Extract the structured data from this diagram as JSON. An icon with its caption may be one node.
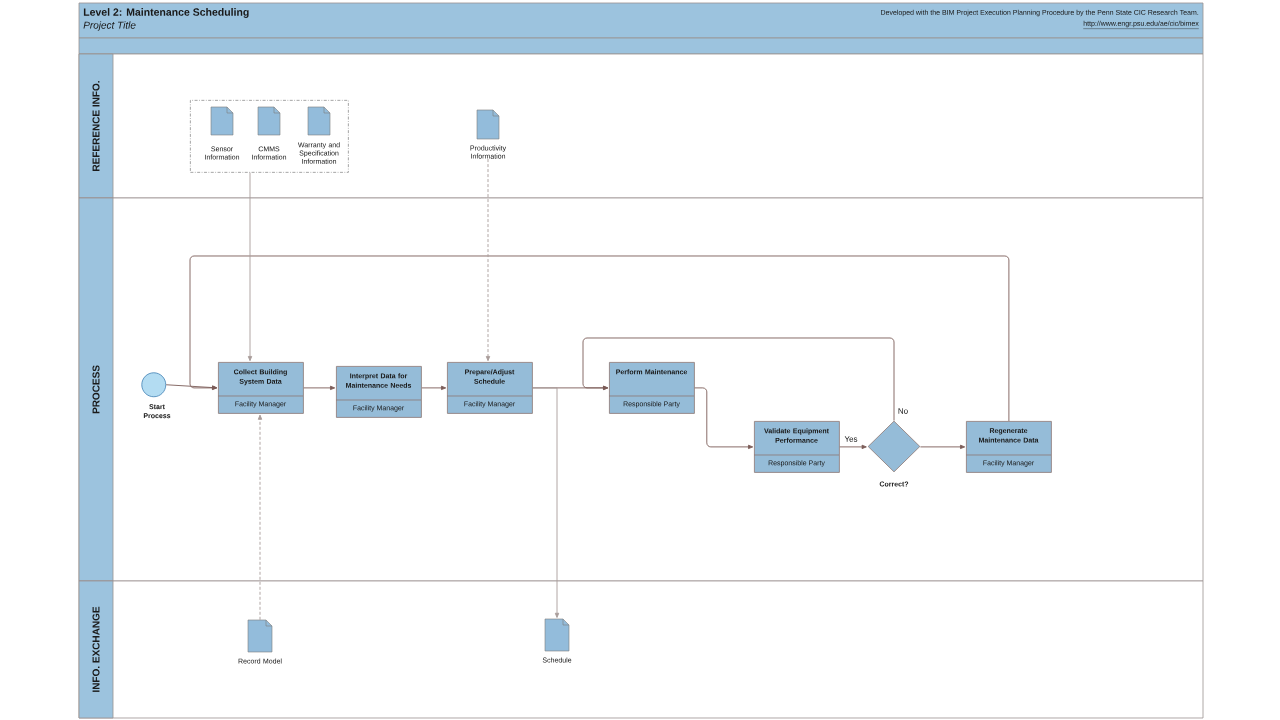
{
  "diagram": {
    "title": "Level 2: Maintenance Scheduling",
    "nodes": [
      {
        "text": [
          "REFERENCE INFO."
        ]
      },
      {
        "text": [
          "PROCESS"
        ]
      },
      {
        "text": [
          "INFO. EXCHANGE"
        ]
      },
      {
        "text": [],
        "shape": "box",
        "in": 0
      },
      {
        "text": [
          "Sensor Information"
        ],
        "in": 3
      },
      {
        "text": [
          "CMMS Information"
        ],
        "in": 3
      },
      {
        "text": [
          "Warranty and Specification Information"
        ],
        "in": 3
      },
      {
        "text": [
          "Productivity Information"
        ],
        "in": 0
      },
      {
        "text": [
          "Start Process"
        ],
        "in": 1
      },
      {
        "text": [
          "Collect Building System Data",
          "Facility Manager"
        ],
        "in": 1
      },
      {
        "text": [
          "Interpret Data for Maintenance Needs",
          "Facility Manager"
        ],
        "in": 1
      },
      {
        "text": [
          "Prepare/Adjust Schedule",
          "Facility Manager"
        ],
        "in": 1
      },
      {
        "text": [
          "Perform Maintenance",
          "Responsible Party"
        ],
        "in": 1
      },
      {
        "text": [
          "Validate Equipment Performance",
          "Responsible Party"
        ],
        "in": 1
      },
      {
        "text": [
          "Correct?"
        ],
        "in": 1
      },
      {
        "text": [
          "Regenerate Maintenance Data",
          "Facility Manager"
        ],
        "in": 1
      },
      {
        "text": [
          "Record Model"
        ],
        "in": 2
      },
      {
        "text": [
          "Schedule"
        ],
        "in": 2
      }
    ],
    "edges": [
      {
        "from": 8,
        "to": 9,
        "arrow": "to"
      },
      {
        "from": 15,
        "to": 9,
        "arrow": "to"
      },
      {
        "from": 9,
        "to": 10,
        "arrow": "to"
      },
      {
        "from": 10,
        "to": 11,
        "arrow": "to"
      },
      {
        "from": 11,
        "to": 12,
        "arrow": "to"
      },
      {
        "from": 12,
        "to": 13,
        "arrow": "to"
      },
      {
        "from": 13,
        "to": 14,
        "arrow": "to",
        "label": "Yes"
      },
      {
        "from": 14,
        "to": 15,
        "arrow": "to"
      },
      {
        "from": 14,
        "to": 12,
        "arrow": "to",
        "label": "No"
      },
      {
        "from": 3,
        "to": 9,
        "arrow": "to",
        "color": "#a89c9a"
      },
      {
        "from": 7,
        "to": 11,
        "arrow": "to",
        "style": "dashed",
        "color": "#a89c9a"
      },
      {
        "from": 16,
        "to": 9,
        "arrow": "to",
        "style": "dashed",
        "color": "#a89c9a"
      },
      {
        "from": 11,
        "to": 17,
        "arrow": "to",
        "color": "#a89c9a"
      }
    ],
    "labels": [
      "Project Title",
      "Developed with the BIM Project Execution Planning Procedure by the Penn State CIC Research Team.",
      "http://www.engr.psu.edu/ae/cic/bimex"
    ]
  }
}
